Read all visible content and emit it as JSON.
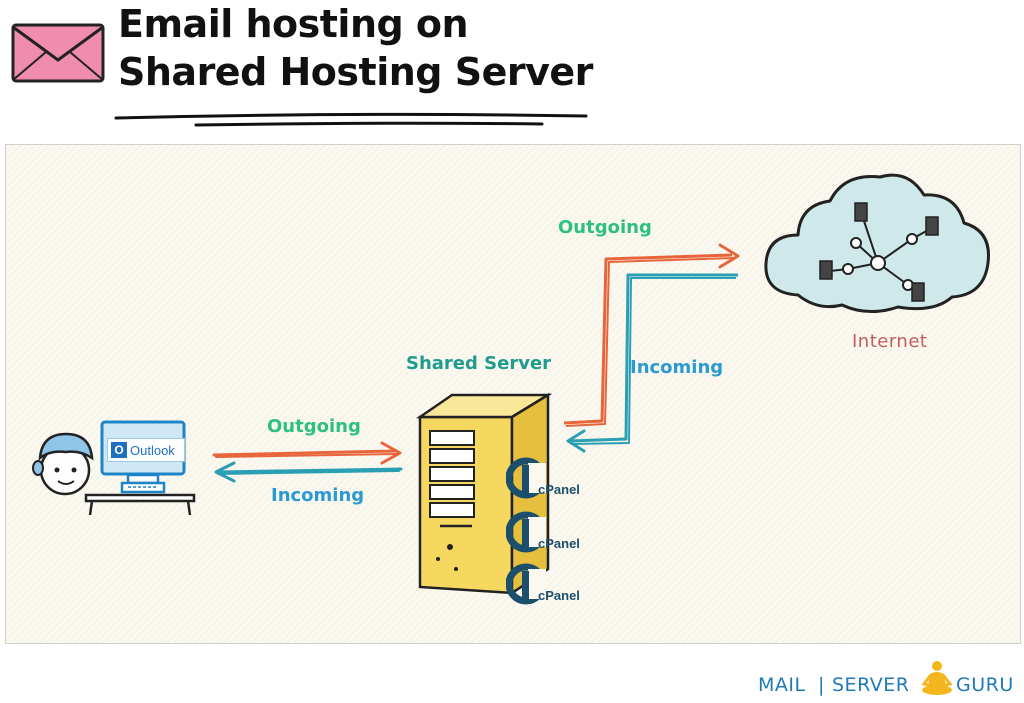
{
  "header": {
    "title_line1": "Email hosting on",
    "title_line2": "Shared Hosting Server",
    "icon": "envelope-icon"
  },
  "diagram": {
    "client": {
      "app_label": "Outlook",
      "icons": [
        "user-avatar-icon",
        "computer-monitor-icon",
        "outlook-icon"
      ]
    },
    "server": {
      "title": "Shared Server",
      "panels": [
        "cPanel",
        "cPanel",
        "cPanel"
      ],
      "icon": "server-tower-icon"
    },
    "internet": {
      "label": "Internet",
      "icon": "cloud-network-icon"
    },
    "links": {
      "client_outgoing": "Outgoing",
      "client_incoming": "Incoming",
      "internet_outgoing": "Outgoing",
      "internet_incoming": "Incoming"
    },
    "colors": {
      "outgoing": "#e8643a",
      "incoming": "#2a9fb3",
      "outgoing_text": "#2dbf83",
      "incoming_text": "#2a9ad1",
      "server_title": "#1f9c8e"
    }
  },
  "footer": {
    "part1": "MAIL",
    "part2": "SERVER",
    "part3": "GURU",
    "logo_icon": "meditating-figure-icon"
  }
}
